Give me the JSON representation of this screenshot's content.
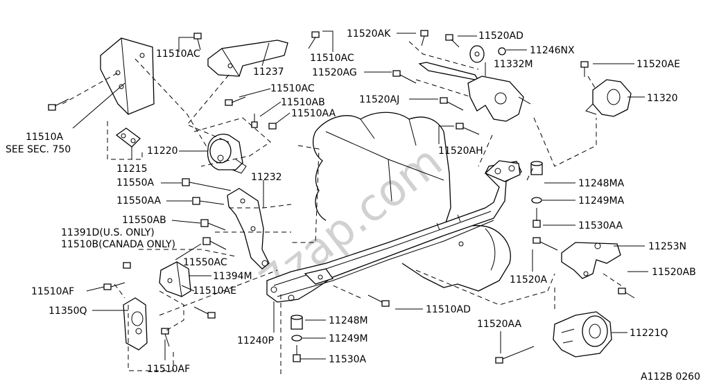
{
  "watermark": "7zap.com",
  "figure_code": "A112B 0260",
  "labels": {
    "p11510AC_a": "11510AC",
    "p11237": "11237",
    "p11510AC_b": "11510AC",
    "p11510AC_c": "11510AC",
    "p11510AB": "11510AB",
    "p11510AA": "11510AA",
    "p11510A": "11510A",
    "see_sec": "SEE SEC. 750",
    "p11215": "11215",
    "p11220": "11220",
    "p11232": "11232",
    "p11550A": "11550A",
    "p11550AA": "11550AA",
    "p11550AB": "11550AB",
    "p11391D": "11391D(U.S. ONLY)",
    "p11510B": "11510B(CANADA ONLY)",
    "p11550AC": "11550AC",
    "p11394M": "11394M",
    "p11510AF_a": "11510AF",
    "p11510AE": "11510AE",
    "p11350Q": "11350Q",
    "p11510AF_b": "11510AF",
    "p11240P": "11240P",
    "p11248M": "11248M",
    "p11249M": "11249M",
    "p11530A": "11530A",
    "p11510AD": "11510AD",
    "p11520AK": "11520AK",
    "p11520AD": "11520AD",
    "p11246NX": "11246NX",
    "p11520AG": "11520AG",
    "p11332M": "11332M",
    "p11520AE": "11520AE",
    "p11320": "11320",
    "p11520AJ": "11520AJ",
    "p11520AH": "11520AH",
    "p11248MA": "11248MA",
    "p11249MA": "11249MA",
    "p11530AA": "11530AA",
    "p11253N": "11253N",
    "p11520A": "11520A",
    "p11520AB": "11520AB",
    "p11520AA": "11520AA",
    "p11221Q": "11221Q"
  }
}
